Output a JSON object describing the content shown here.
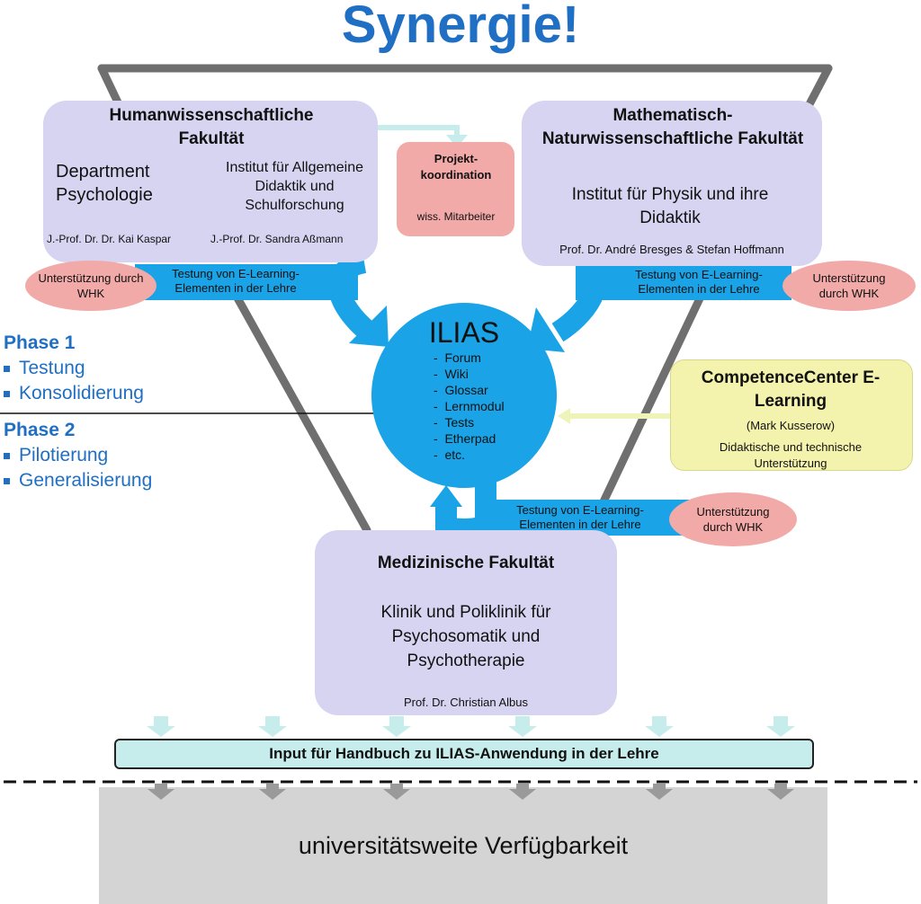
{
  "title": "Synergie!",
  "colors": {
    "title": "#1f6fc4",
    "faculty_box": "#d6d4f0",
    "pink": "#f2aaa8",
    "blue": "#1aa3e6",
    "yellow": "#f4f3ad",
    "funnel": "#6f6f6f",
    "availability": "#d4d4d4",
    "input_bar": "#c6ecec"
  },
  "human": {
    "title": "Humanwissenschaftliche Fakultät",
    "left_unit": "Department Psychologie",
    "right_unit": "Institut für Allgemeine Didaktik und Schulforschung",
    "left_person": "J.-Prof. Dr. Dr. Kai Kaspar",
    "right_person": "J.-Prof. Dr. Sandra Aßmann"
  },
  "projekt": {
    "title": "Projekt-koordination",
    "staff": "wiss. Mitarbeiter"
  },
  "math": {
    "title": "Mathematisch-Naturwissenschaftliche Fakultät",
    "unit": "Institut für Physik und ihre Didaktik",
    "person": "Prof. Dr. André Bresges & Stefan Hoffmann"
  },
  "support_whk": "Unterstützung durch WHK",
  "testing": "Testung von E-Learning-Elementen in der Lehre",
  "ilias": {
    "title": "ILIAS",
    "items": [
      "Forum",
      "Wiki",
      "Glossar",
      "Lernmodul",
      "Tests",
      "Etherpad",
      "etc."
    ]
  },
  "competence": {
    "title": "CompetenceCenter E-Learning",
    "person": "(Mark Kusserow)",
    "support": "Didaktische und technische Unterstützung"
  },
  "phase1": {
    "title": "Phase 1",
    "items": [
      "Testung",
      "Konsolidierung"
    ]
  },
  "phase2": {
    "title": "Phase 2",
    "items": [
      "Pilotierung",
      "Generalisierung"
    ]
  },
  "medizin": {
    "title": "Medizinische Fakultät",
    "unit": "Klinik und Poliklinik für Psychosomatik und Psychotherapie",
    "person": "Prof. Dr. Christian Albus"
  },
  "input_bar": "Input für Handbuch zu ILIAS-Anwendung in der Lehre",
  "availability": "universitätsweite Verfügbarkeit"
}
